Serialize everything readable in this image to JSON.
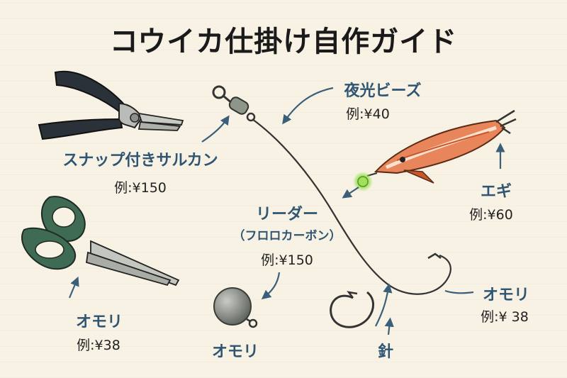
{
  "title": "コウイカ仕掛け自作ガイド",
  "items": {
    "snap": {
      "label": "スナップ付きサルカン",
      "price": "例:¥150"
    },
    "beads": {
      "label": "夜光ビーズ",
      "price": "例:¥40"
    },
    "egi": {
      "label": "エギ",
      "price": "例:¥60"
    },
    "leader": {
      "label": "リーダー",
      "sublabel": "（フロロカーボン）",
      "price": "例:¥150"
    },
    "sinker_left": {
      "label": "オモリ",
      "price": "例:¥38"
    },
    "sinker_right": {
      "label": "オモリ",
      "price": "例:¥ 38"
    },
    "sinker_ball": {
      "label": "オモリ"
    },
    "hook": {
      "label": "針"
    }
  },
  "colors": {
    "label": "#2f5572",
    "pliers_handle": "#2b3138",
    "scissors_handle": "#3f6b55",
    "egi_body": "#e8855a",
    "glow_bead": "#9ee25a"
  }
}
